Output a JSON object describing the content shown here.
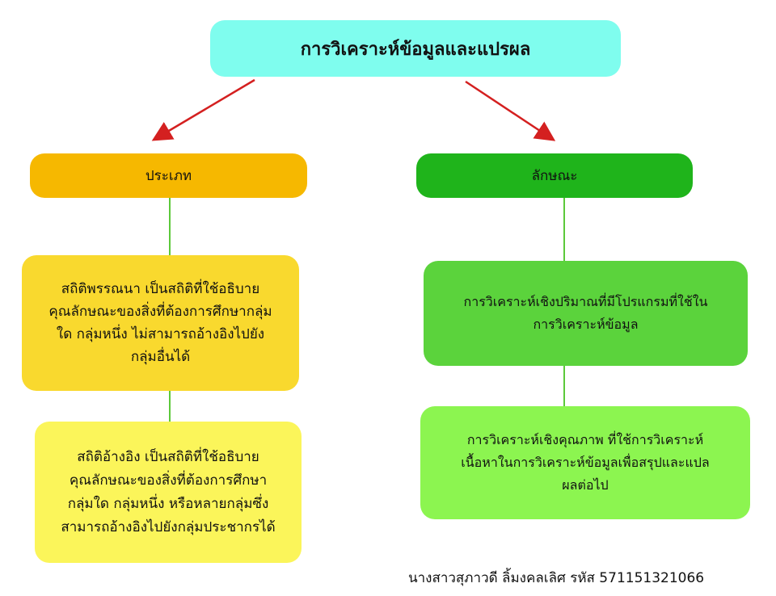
{
  "title": "การวิเคราะห์ข้อมูลและแปรผล",
  "branches": {
    "left": {
      "header": "ประเภท",
      "items": [
        {
          "lines": [
            "สถิติพรรณนา  เป็นสถิติที่ใช้อธิบาย",
            "คุณลักษณะของสิ่งที่ต้องการศึกษากลุ่ม",
            "ใด กลุ่มหนึ่ง ไม่สามารถอ้างอิงไปยัง",
            "กลุ่มอื่นได้"
          ]
        },
        {
          "lines": [
            "สถิติอ้างอิง  เป็นสถิติที่ใช้อธิบาย",
            "คุณลักษณะของสิ่งที่ต้องการศึกษา",
            "กลุ่มใด กลุ่มหนึ่ง หรือหลายกลุ่มซึ่ง",
            "สามารถอ้างอิงไปยังกลุ่มประชากรได้"
          ]
        }
      ]
    },
    "right": {
      "header": "ลักษณะ",
      "items": [
        {
          "lines": [
            "การวิเคราะห์เชิงปริมาณที่มีโปรแกรมที่ใช้ใน",
            "การวิเคราะห์ข้อมูล"
          ]
        },
        {
          "lines": [
            "การวิเคราะห์เชิงคุณภาพ ที่ใช้การวิเคราะห์",
            "เนื้อหาในการวิเคราะห์ข้อมูลเพื่อสรุปและแปล",
            "ผลต่อไป"
          ]
        }
      ]
    }
  },
  "footer": "นางสาวสุภาวดี ลิ้มงคลเลิศ  รหัส  571151321066",
  "colors": {
    "title": "#7ffdee",
    "left_header": "#f6b800",
    "right_header": "#1fb41b",
    "arrow": "#d42020",
    "connector": "#5cc93a"
  }
}
